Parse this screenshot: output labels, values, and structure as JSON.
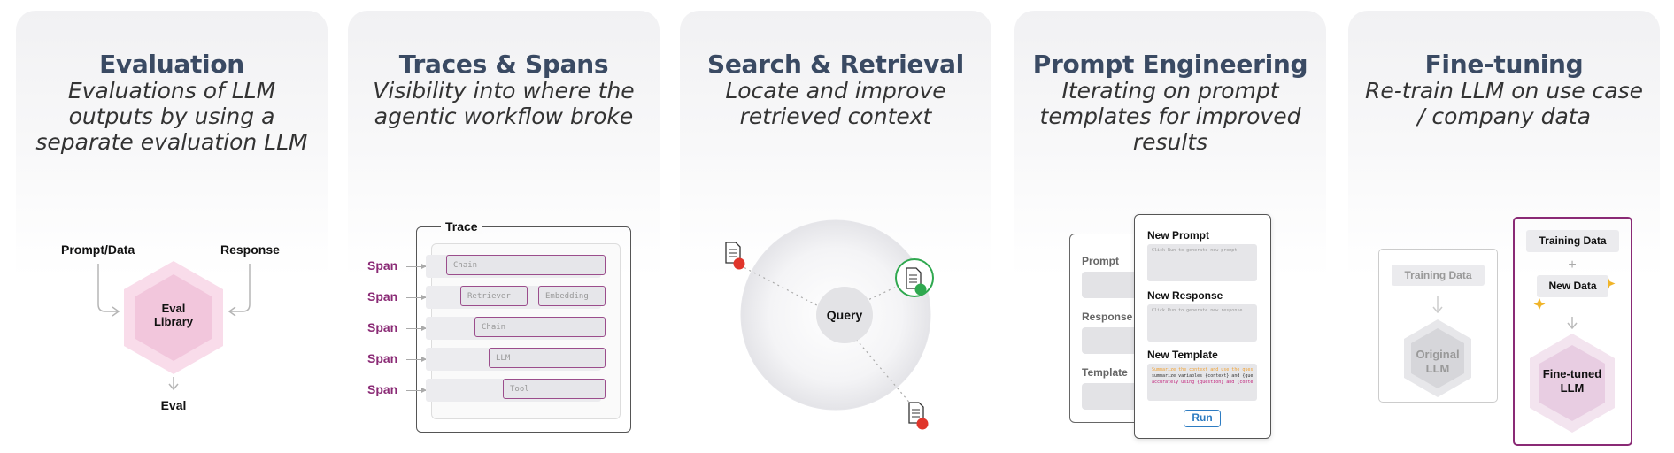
{
  "cards": [
    {
      "title": "Evaluation",
      "subtitle": "Evaluations of LLM outputs by using a separate evaluation LLM",
      "prompt_label": "Prompt/Data",
      "response_label": "Response",
      "center_label_1": "Eval",
      "center_label_2": "Library",
      "output_label": "Eval"
    },
    {
      "title": "Traces & Spans",
      "subtitle": "Visibility into where the agentic workflow broke",
      "trace_label": "Trace",
      "span_label": "Span",
      "bars": [
        "Chain",
        "Retriever",
        "Embedding",
        "Chain",
        "LLM",
        "Tool"
      ]
    },
    {
      "title": "Search & Retrieval",
      "subtitle": "Locate and improve retrieved context",
      "center_label": "Query"
    },
    {
      "title": "Prompt Engineering",
      "subtitle": "Iterating on prompt templates for improved results",
      "back_labels": [
        "Prompt",
        "Response",
        "Template"
      ],
      "new_prompt": "New Prompt",
      "new_prompt_placeholder": "Click Run to generate new prompt",
      "new_response": "New Response",
      "new_response_placeholder": "Click Run to generate new response",
      "new_template": "New Template",
      "template_line_1": "Summarize the context and use the question to answer the following",
      "template_line_2": "summarize variables {context} and {question} providing the answer",
      "template_line_3": "accurately using {question} and {context}",
      "run_label": "Run"
    },
    {
      "title": "Fine-tuning",
      "subtitle": "Re-train LLM on use case / company data",
      "left_training": "Training Data",
      "left_hex_1": "Original",
      "left_hex_2": "LLM",
      "right_training": "Training Data",
      "plus": "+",
      "new_data": "New Data",
      "right_hex_1": "Fine-tuned",
      "right_hex_2": "LLM"
    }
  ],
  "colors": {
    "title": "#3a4a63",
    "accent_purple": "#8a2a75",
    "hex_pink": "#f2c6dc",
    "green": "#2fa84f",
    "red": "#e0352b",
    "run_blue": "#2d7cc2",
    "spark": "#f0b429"
  }
}
